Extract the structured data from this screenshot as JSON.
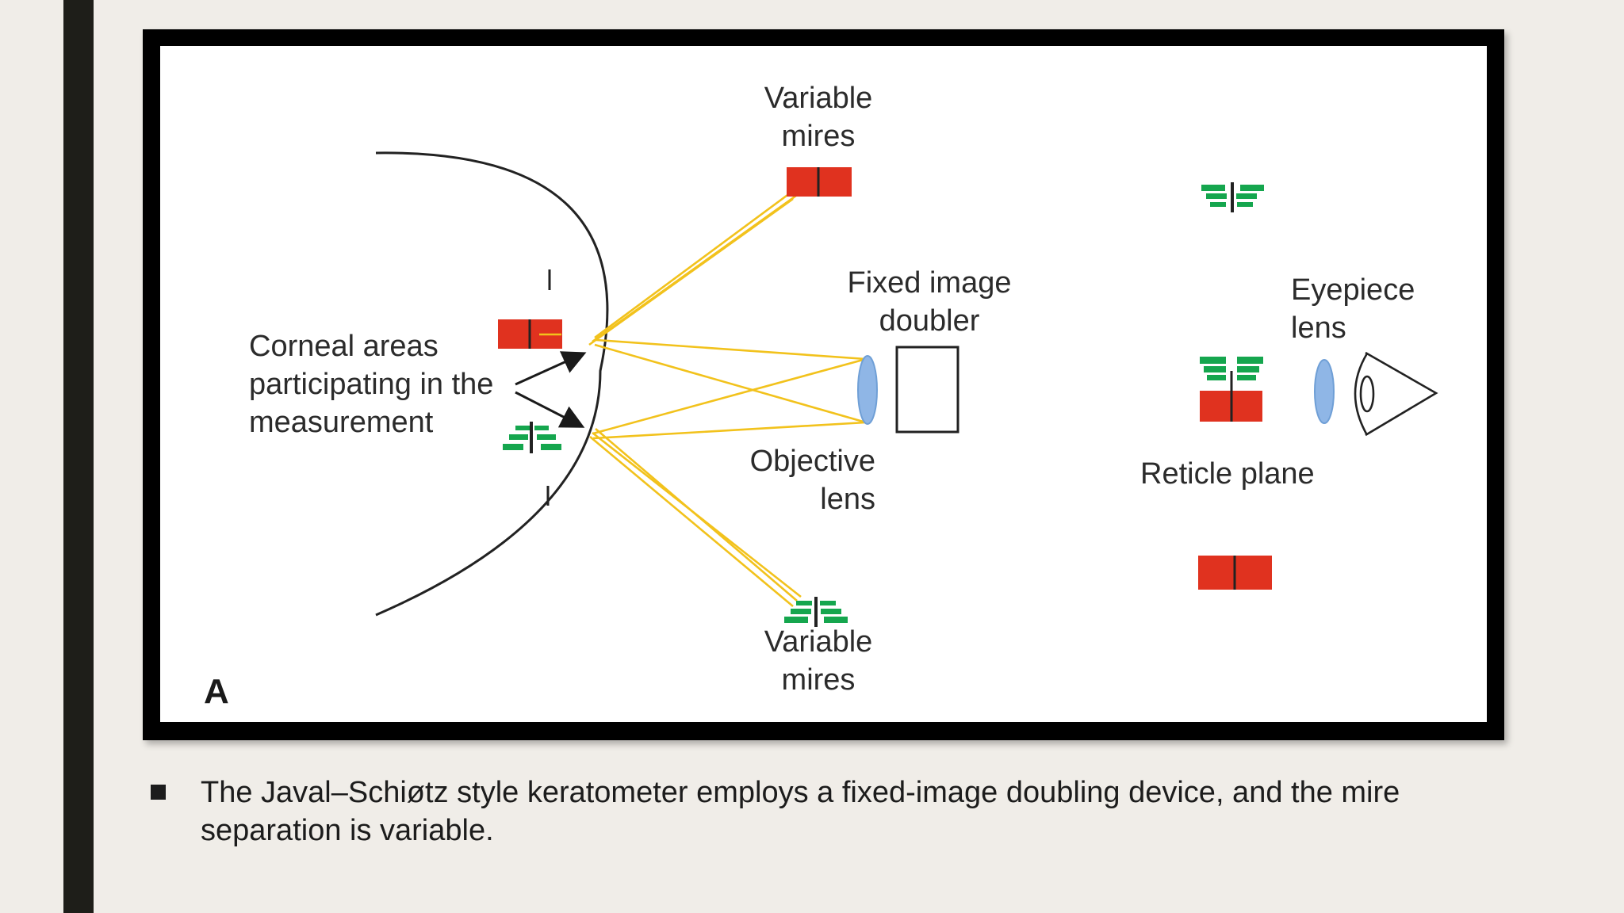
{
  "slide": {
    "caption": "The Javal–Schiøtz style keratometer employs a fixed-image doubling device, and the mire separation is variable.",
    "bullet_icon": "square-bullet-icon",
    "accent_bar_color": "#1e1e19",
    "background_color": "#f0ede8"
  },
  "diagram": {
    "panel_letter": "A",
    "labels": {
      "variable_mires_top": [
        "Variable",
        "mires"
      ],
      "variable_mires_bottom": [
        "Variable",
        "mires"
      ],
      "corneal_areas": [
        "Corneal areas",
        "participating in the",
        "measurement"
      ],
      "fixed_image_doubler": [
        "Fixed image",
        "doubler"
      ],
      "objective_lens": [
        "Objective",
        "lens"
      ],
      "eyepiece_lens": [
        "Eyepiece",
        "lens"
      ],
      "reticle_plane": "Reticle plane"
    },
    "colors": {
      "mire_red": "#e0321f",
      "mire_green": "#15a64e",
      "ray_yellow": "#f2c21c",
      "lens_blue": "#8fb6e6"
    },
    "icons": [
      "cornea-arc-icon",
      "objective-lens-icon",
      "image-doubler-icon",
      "eyepiece-lens-icon",
      "eye-icon"
    ]
  }
}
